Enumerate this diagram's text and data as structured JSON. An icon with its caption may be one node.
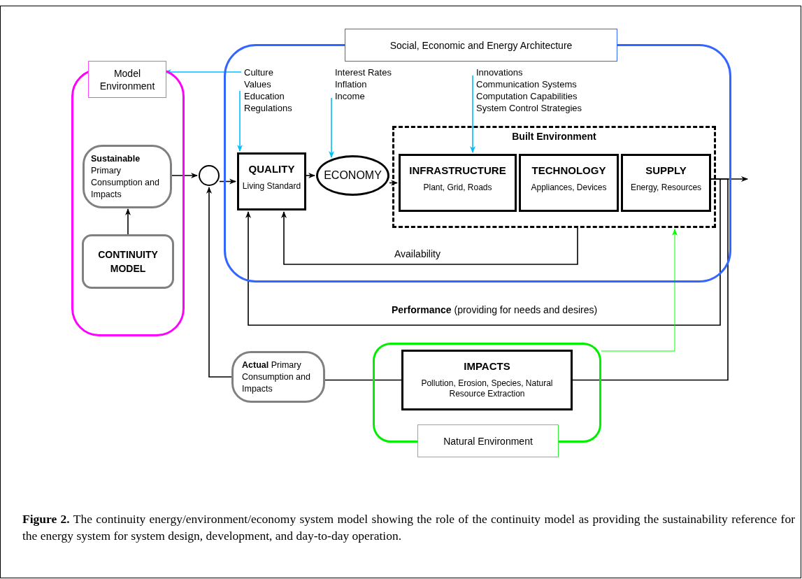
{
  "diagram": {
    "caption": "**Figure 2.**  The continuity energy/environment/economy system model showing the role of the continuity model as providing the sustainability reference for the energy system for system design, development, and day-to-day operation.",
    "nodes": [
      {
        "text": [
          "Social, Economic and Energy Architecture"
        ]
      },
      {
        "text": [
          "Model Environment"
        ]
      },
      {
        "text": [
          "**Sustainable** Primary Consumption and Impacts"
        ],
        "in": 1
      },
      {
        "text": [
          "CONTINUITY MODEL"
        ],
        "in": 1
      },
      {
        "text": [],
        "shape": "circle"
      },
      {
        "text": [
          "Culture",
          "Values",
          "Education",
          "Regulations"
        ],
        "in": 0
      },
      {
        "text": [
          "Interest Rates",
          "Inflation",
          "Income"
        ],
        "in": 0
      },
      {
        "text": [
          "Innovations",
          "Communication Systems",
          "Computation Capabilities",
          "System Control Strategies"
        ],
        "in": 0
      },
      {
        "text": [
          "QUALITY",
          "Living Standard"
        ],
        "in": 0
      },
      {
        "text": [
          "ECONOMY"
        ],
        "in": 0
      },
      {
        "text": [
          "Built Environment"
        ],
        "in": 0
      },
      {
        "text": [
          "INFRASTRUCTURE",
          "Plant, Grid, Roads"
        ],
        "in": 10
      },
      {
        "text": [
          "TECHNOLOGY",
          "Appliances, Devices"
        ],
        "in": 10
      },
      {
        "text": [
          "SUPPLY",
          "Energy, Resources"
        ],
        "in": 10
      },
      {
        "text": [
          "**Actual** Primary Consumption and Impacts"
        ]
      },
      {
        "text": [
          "Natural Environment"
        ]
      },
      {
        "text": [
          "IMPACTS",
          "Pollution, Erosion, Species, Natural Resource Extraction"
        ],
        "in": 15
      }
    ],
    "edges": [
      {
        "from": 5,
        "to": 1,
        "arrow": "to",
        "color": "#00bfff"
      },
      {
        "from": 5,
        "to": 8,
        "arrow": "to",
        "color": "#00bfff"
      },
      {
        "from": 6,
        "to": 9,
        "arrow": "to",
        "color": "#00bfff"
      },
      {
        "from": 7,
        "to": 11,
        "arrow": "to",
        "color": "#00bfff"
      },
      {
        "from": 2,
        "to": 4,
        "arrow": "to"
      },
      {
        "from": 3,
        "to": 2,
        "arrow": "to"
      },
      {
        "from": 4,
        "to": 8,
        "arrow": "to"
      },
      {
        "from": 8,
        "to": 9,
        "arrow": "to"
      },
      {
        "from": 9,
        "to": 11,
        "arrow": "to"
      },
      {
        "from": 13,
        "to": null,
        "arrow": "to"
      },
      {
        "from": 10,
        "to": 8,
        "arrow": "to",
        "label": "Availability"
      },
      {
        "from": 13,
        "to": 8,
        "arrow": "to",
        "label": "**Performance** (providing for needs and desires)"
      },
      {
        "from": 13,
        "to": 16,
        "arrow": "none"
      },
      {
        "from": 16,
        "to": 14,
        "arrow": "none"
      },
      {
        "from": 14,
        "to": 4,
        "arrow": "to"
      },
      {
        "from": 15,
        "to": 10,
        "arrow": "to",
        "color": "#00ff00"
      }
    ]
  }
}
